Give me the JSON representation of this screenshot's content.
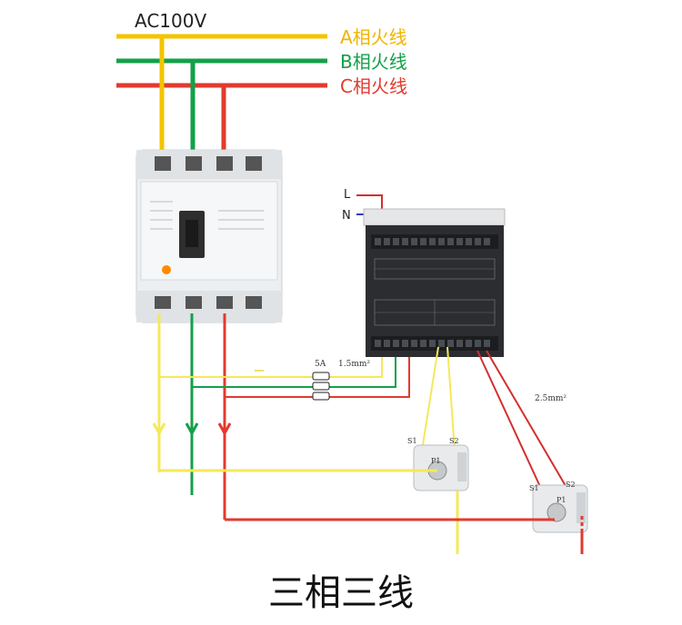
{
  "supply_label": "AC100V",
  "phase_lines": [
    {
      "label": "A相火线",
      "color": "#f5c400"
    },
    {
      "label": "B相火线",
      "color": "#14a04a"
    },
    {
      "label": "C相火线",
      "color": "#e23a2e"
    }
  ],
  "meter": {
    "l_label": "L",
    "n_label": "N",
    "voltage_fuse_label": "5A",
    "voltage_wire_label": "1.5mm²",
    "current_wire_label": "2.5mm²"
  },
  "ct_left": {
    "s1": "S1",
    "s2": "S2",
    "p1": "P1"
  },
  "ct_right": {
    "s1": "S1",
    "s2": "S2",
    "p1": "P1"
  },
  "caption": "三相三线",
  "colors": {
    "yellow": "#f5c400",
    "green": "#14a04a",
    "red": "#e23a2e",
    "l_wire": "#d32f2f",
    "n_wire": "#1e3fae",
    "meter_body": "#2b2d30"
  }
}
